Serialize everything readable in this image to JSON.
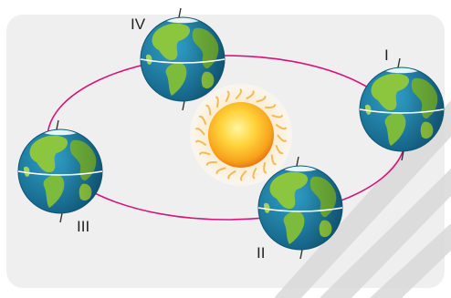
{
  "diagram": {
    "positions": [
      {
        "numeral": "I"
      },
      {
        "numeral": "II"
      },
      {
        "numeral": "III"
      },
      {
        "numeral": "IV"
      }
    ],
    "colors": {
      "panel": "#efefef",
      "orbit": "#d6157c",
      "ocean": "#1f86ab",
      "land": "#7dbb3c",
      "sun_core": "#f7a21b",
      "sun_glow": "#fde0b0",
      "watermark": "#d9d9d9"
    }
  }
}
